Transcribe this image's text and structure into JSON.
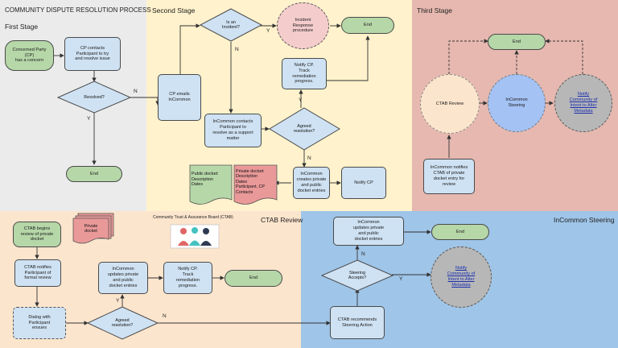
{
  "title": "COMMUNITY DISPUTE RESOLUTION PROCESS",
  "colors": {
    "first": "#ebebeb",
    "second": "#fff2cc",
    "third": "#e6b8af",
    "ctab": "#fce5cd",
    "steering": "#9fc5e8",
    "box": "#cfe2f3",
    "end": "#b6d7a8"
  },
  "first_stage": {
    "title": "First Stage",
    "concerned_party": "Concerned Party\n(CP)\nhas a concern",
    "cp_contacts": "CP contacts\nParticipant to try\nand resolve issue",
    "resolved": "Resolved?",
    "y": "Y",
    "n": "N",
    "end": "End"
  },
  "second_stage": {
    "title": "Second Stage",
    "is_incident": "Is an\nIncident?",
    "y1": "Y",
    "n1": "N",
    "incident_response": "Incident\nResponse\nprocedure",
    "end": "End",
    "cp_emails": "CP emails\nInCommon",
    "notify_cp_track": "Notify CP.\nTrack\nremediation\nprogress.",
    "y2": "Y",
    "n2": "N",
    "incommon_contacts": "InCommon contacts\nParticipant to\nresolve as a support\nmatter",
    "agreed_resolution": "Agreed\nresolution?",
    "public_docket": "Public docket:\nDescription\nDates",
    "private_docket": "Private docket:\nDescription\nDates\nParticipant, CP\nContacts",
    "creates_entries": "InCommon\ncreates private\nand public\ndocket entries",
    "notify_cp": "Notify CP"
  },
  "third_stage": {
    "title": "Third Stage",
    "end": "End",
    "ctab_review": "CTAB  Review",
    "incommon_steering": "InCommon\nSteering",
    "notify_communities": "Notify\nCommunity of\nIntent to Alter\nMetadata",
    "incommon_notifies": "InCommon notifies\nCTAB of private\ndocket entry for\nreview"
  },
  "ctab_review": {
    "title": "CTAB Review",
    "board_label": "Community Trust & Assurance Board (CTAB)",
    "ctab_begins": "CTAB begins\nreview of private\ndocket",
    "private_docket": "Private\ndocket",
    "ctab_notifies": "CTAB notifies\nParticipant of\nformal review",
    "incommon_updates": "InCommon\nupdates private\nand public\ndocket entries",
    "notify_cp_track": "Notify CP.\nTrack\nremediation\nprogress.",
    "end": "End",
    "dialog": "Dialog with\nParticipant\nensues",
    "agreed_resolution": "Agreed\nresolution?",
    "y": "Y",
    "n": "N"
  },
  "incommon_steering": {
    "title": "InCommon Steering",
    "incommon_updates": "InCommon\nupdates private\nand public\ndocket entries",
    "end": "End",
    "steering_accepts": "Steering\nAccepts?",
    "y": "Y",
    "n": "N",
    "notify_communities": "Notify\nCommunity of\nIntent to Alter\nMetadata",
    "ctab_recommends": "CTAB recommends\nSteering Action"
  }
}
